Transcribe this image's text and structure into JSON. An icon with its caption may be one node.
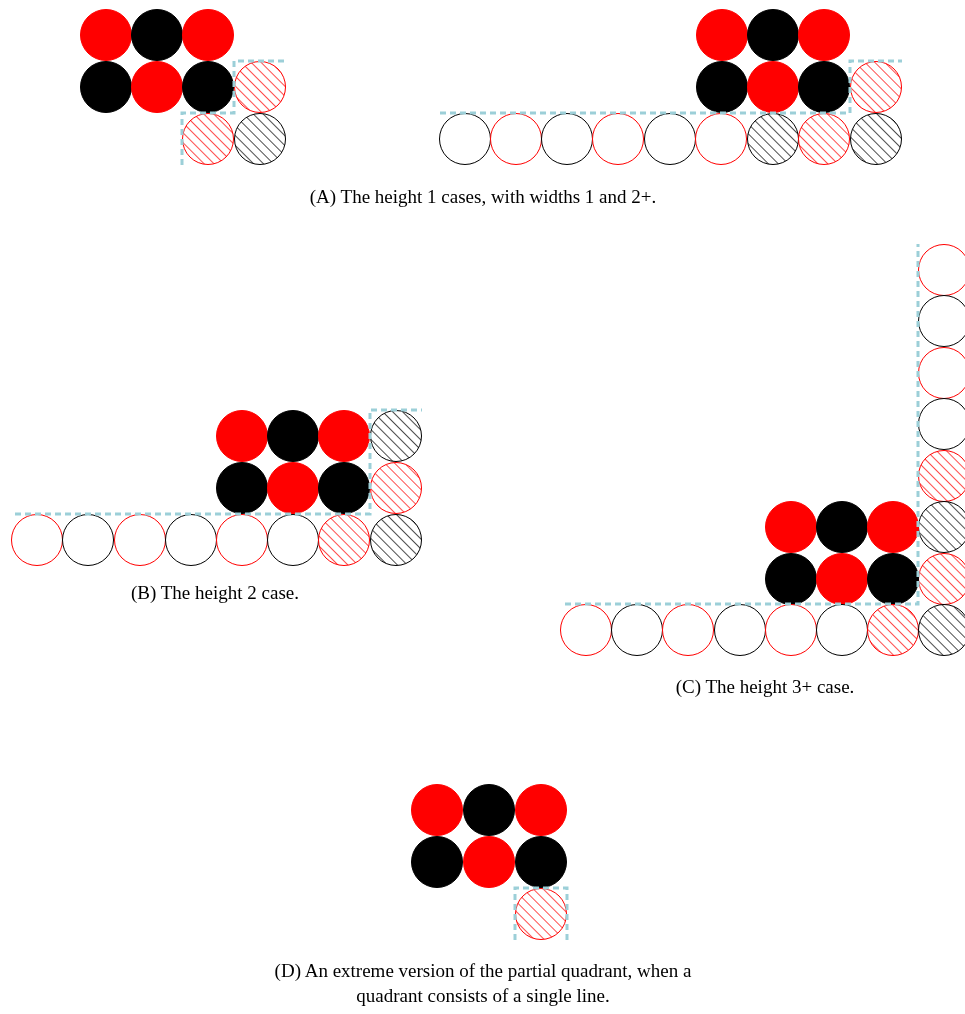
{
  "diagram": {
    "labels": [
      "(A) The height 1 cases, with widths 1 and 2+.",
      "(B) The height 2 case.",
      "(C) The height 3+ case.",
      "(D) An extreme version of the partial quadrant, when a quadrant consists of a single line."
    ]
  }
}
